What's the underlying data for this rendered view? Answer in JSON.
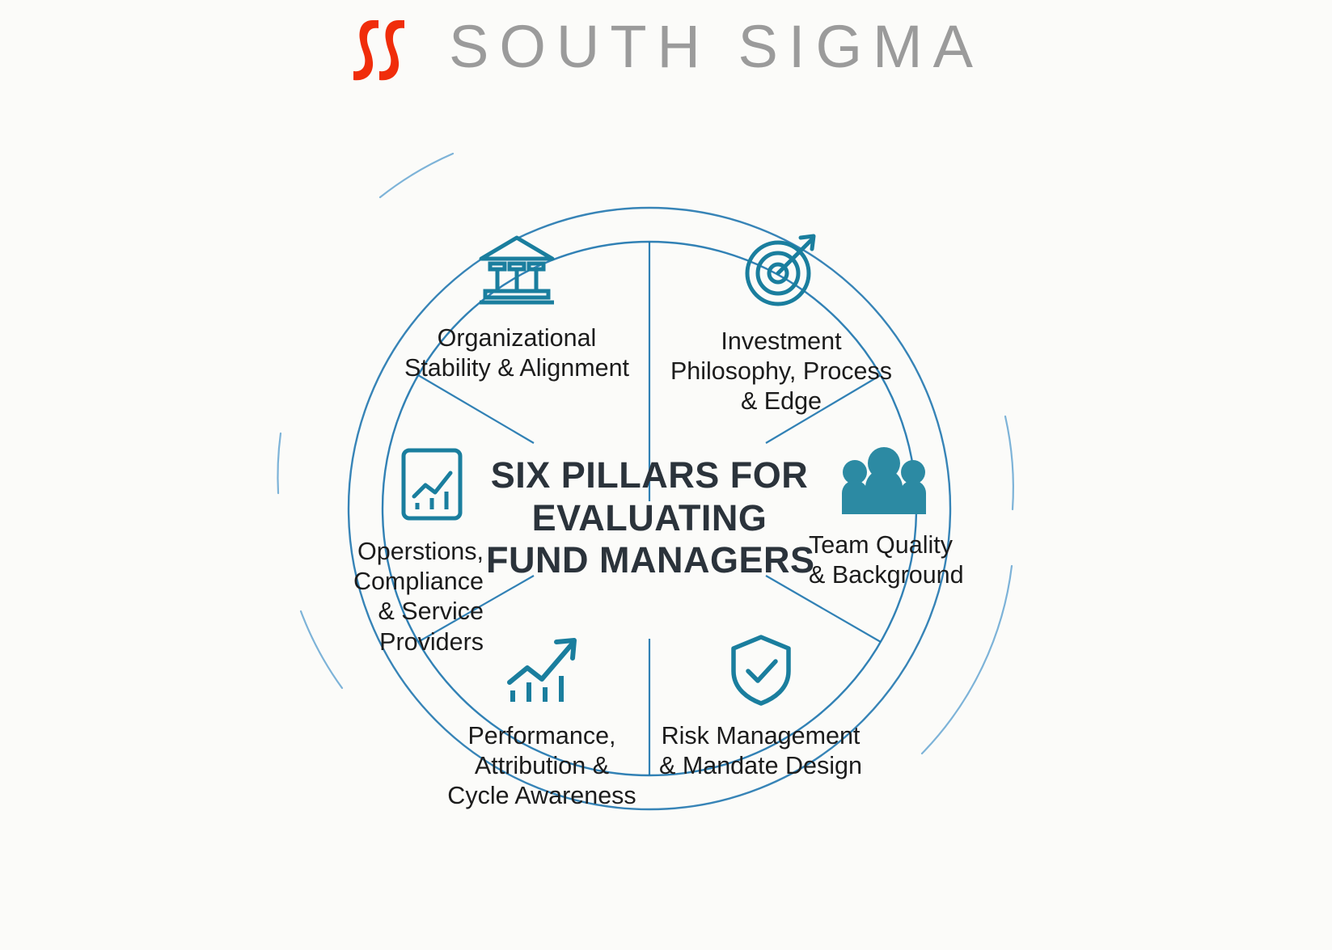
{
  "brand": {
    "logo_icon": "double-integral-mark",
    "name": "SOUTH SIGMA",
    "logo_color": "#f02d0b",
    "name_color": "#9b9b9b"
  },
  "center": {
    "line1": "SIX PILLARS FOR",
    "line2": "EVALUATING",
    "line3": "FUND MANAGERS",
    "color": "#2b333b"
  },
  "theme": {
    "accent": "#1a7e9e",
    "ring": "#1b73ad",
    "background": "#fbfbf9",
    "text": "#1c1c1c"
  },
  "segments": [
    {
      "id": "org",
      "icon": "bank-columns-icon",
      "lines": [
        "Organizational",
        "Stability & Alignment"
      ]
    },
    {
      "id": "inv",
      "icon": "target-arrow-icon",
      "lines": [
        "Investment",
        "Philosophy, Process",
        "& Edge"
      ]
    },
    {
      "id": "ops",
      "icon": "report-chart-icon",
      "lines": [
        "Operstions,",
        "Compliance",
        "& Service",
        "Providers"
      ]
    },
    {
      "id": "team",
      "icon": "people-group-icon",
      "lines": [
        "Team Quality",
        "& Background"
      ]
    },
    {
      "id": "perf",
      "icon": "bar-chart-arrow-icon",
      "lines": [
        "Performance,",
        "Attribution &",
        "Cycle Awareness"
      ]
    },
    {
      "id": "risk",
      "icon": "shield-check-icon",
      "lines": [
        "Risk Management",
        "& Mandate Design"
      ]
    }
  ]
}
